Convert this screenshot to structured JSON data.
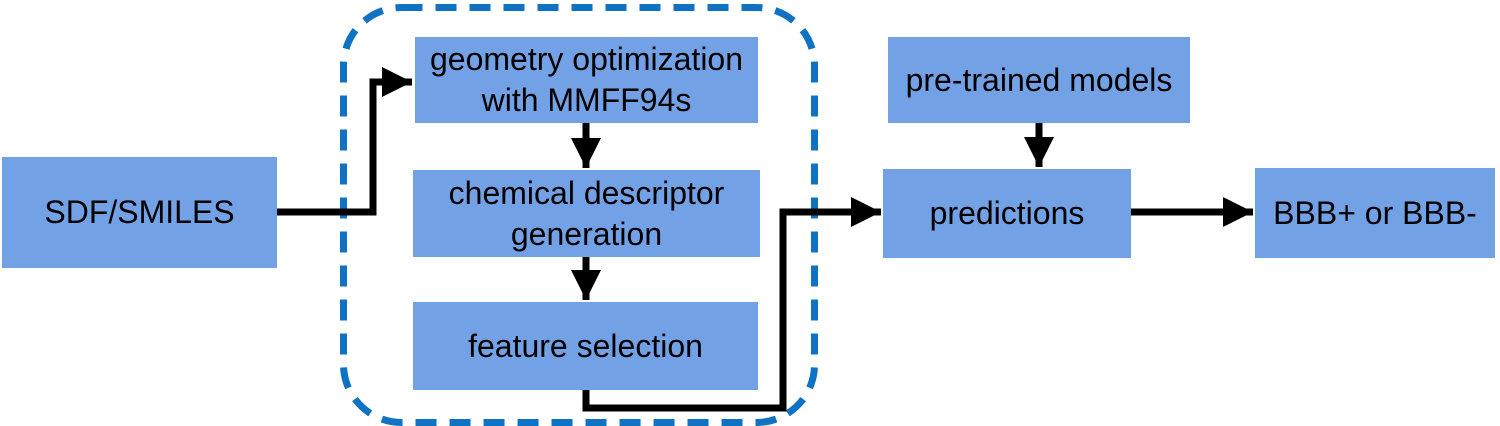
{
  "nodes": {
    "input": {
      "label": "SDF/SMILES"
    },
    "geometry_optimization": {
      "label": "geometry optimization with MMFF94s"
    },
    "descriptor_generation": {
      "label": "chemical descriptor generation"
    },
    "feature_selection": {
      "label": "feature selection"
    },
    "pretrained_models": {
      "label": "pre-trained models"
    },
    "predictions": {
      "label": "predictions"
    },
    "output": {
      "label": "BBB+ or BBB-"
    }
  },
  "edges": [
    {
      "from": "input",
      "to": "geometry_optimization"
    },
    {
      "from": "geometry_optimization",
      "to": "descriptor_generation"
    },
    {
      "from": "descriptor_generation",
      "to": "feature_selection"
    },
    {
      "from": "feature_selection",
      "to": "predictions"
    },
    {
      "from": "pretrained_models",
      "to": "predictions"
    },
    {
      "from": "predictions",
      "to": "output"
    }
  ],
  "groups": {
    "pipeline_boundary": {
      "style": "dashed-rounded",
      "contains": [
        "geometry_optimization",
        "descriptor_generation",
        "feature_selection"
      ]
    }
  },
  "colors": {
    "node_fill": "#72a1e6",
    "pipeline_border": "#0f72c2",
    "arrow": "#000000",
    "text": "#000000"
  }
}
